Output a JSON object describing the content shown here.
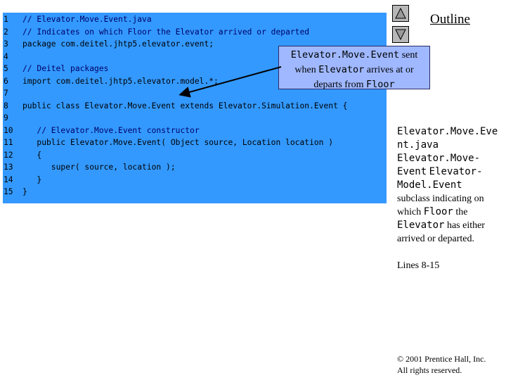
{
  "nav": {
    "up_icon": "triangle-up-icon",
    "down_icon": "triangle-down-icon"
  },
  "outline_label": "Outline",
  "code": {
    "lines": [
      {
        "num": "1",
        "text": "// Elevator.Move.Event.java",
        "kind": "comment"
      },
      {
        "num": "2",
        "text": "// Indicates on which Floor the Elevator arrived or departed",
        "kind": "comment"
      },
      {
        "num": "3",
        "text": "package com.deitel.jhtp5.elevator.event;",
        "kind": "mixed"
      },
      {
        "num": "4",
        "text": "",
        "kind": "plain"
      },
      {
        "num": "5",
        "text": "// Deitel packages",
        "kind": "comment"
      },
      {
        "num": "6",
        "text": "import com.deitel.jhtp5.elevator.model.*;",
        "kind": "mixed"
      },
      {
        "num": "7",
        "text": "",
        "kind": "plain"
      },
      {
        "num": "8",
        "text": "public class Elevator.Move.Event extends Elevator.Simulation.Event {",
        "kind": "mixed"
      },
      {
        "num": "9",
        "text": "",
        "kind": "plain"
      },
      {
        "num": "10",
        "text": "   // Elevator.Move.Event constructor",
        "kind": "comment"
      },
      {
        "num": "11",
        "text": "   public Elevator.Move.Event( Object source, Location location )",
        "kind": "mixed"
      },
      {
        "num": "12",
        "text": "   {",
        "kind": "plain"
      },
      {
        "num": "13",
        "text": "      super( source, location );",
        "kind": "mixed"
      },
      {
        "num": "14",
        "text": "   }",
        "kind": "plain"
      },
      {
        "num": "15",
        "text": "}",
        "kind": "plain"
      }
    ]
  },
  "callout": {
    "mono1": "Elevator.Move.Event",
    "t1": " sent",
    "t2": "when ",
    "mono2": "Elevator",
    "t3": " arrives at or",
    "t4": "departs from ",
    "mono3": "Floor"
  },
  "side_note": {
    "file1": "Elevator.Move.Eve",
    "file2": "nt.java",
    "class1": "Elevator.Move-",
    "class2": "Event",
    "super1": "Elevator-",
    "super2": "Model.Event",
    "t1": "subclass indicating on which ",
    "floor": "Floor",
    "t2": " the",
    "elevator": "Elevator",
    "t3": " has either arrived or departed."
  },
  "lines_ref": "Lines 8-15",
  "copyright": {
    "line1": "© 2001 Prentice Hall, Inc.",
    "line2": "All rights reserved."
  }
}
